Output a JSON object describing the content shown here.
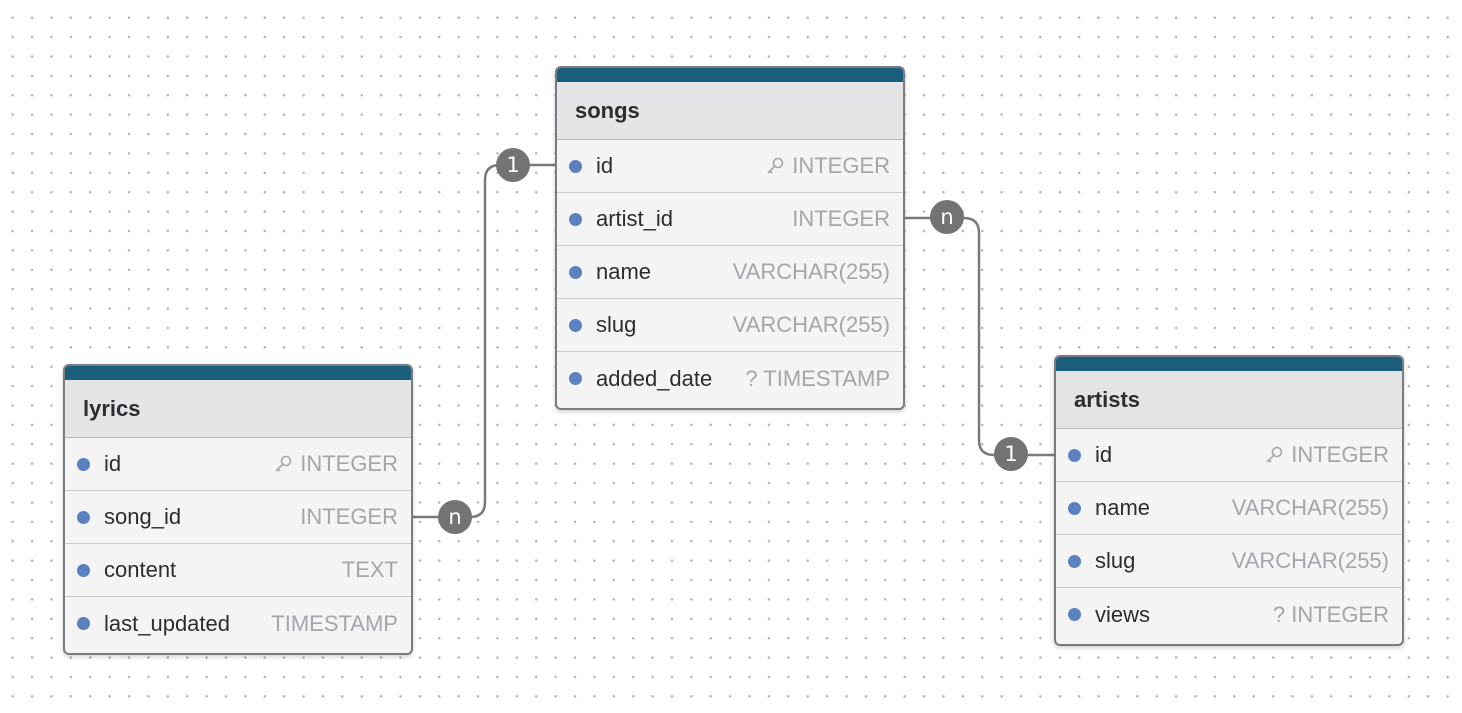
{
  "colors": {
    "table_header_bar": "#1b5e7b",
    "column_dot": "#5b81c0",
    "relation_badge": "#737373",
    "connector_line": "#7a7a7a"
  },
  "tables": {
    "songs": {
      "name": "songs",
      "columns": [
        {
          "name": "id",
          "type": "INTEGER",
          "icon": "key-icon"
        },
        {
          "name": "artist_id",
          "type": "INTEGER"
        },
        {
          "name": "name",
          "type": "VARCHAR(255)"
        },
        {
          "name": "slug",
          "type": "VARCHAR(255)"
        },
        {
          "name": "added_date",
          "type": "? TIMESTAMP"
        }
      ]
    },
    "lyrics": {
      "name": "lyrics",
      "columns": [
        {
          "name": "id",
          "type": "INTEGER",
          "icon": "key-icon"
        },
        {
          "name": "song_id",
          "type": "INTEGER"
        },
        {
          "name": "content",
          "type": "TEXT"
        },
        {
          "name": "last_updated",
          "type": "TIMESTAMP"
        }
      ]
    },
    "artists": {
      "name": "artists",
      "columns": [
        {
          "name": "id",
          "type": "INTEGER",
          "icon": "key-icon"
        },
        {
          "name": "name",
          "type": "VARCHAR(255)"
        },
        {
          "name": "slug",
          "type": "VARCHAR(255)"
        },
        {
          "name": "views",
          "type": "? INTEGER"
        }
      ]
    }
  },
  "relations": [
    {
      "from": "lyrics.song_id",
      "to": "songs.id",
      "from_cardinality": "n",
      "to_cardinality": "1"
    },
    {
      "from": "songs.artist_id",
      "to": "artists.id",
      "from_cardinality": "n",
      "to_cardinality": "1"
    }
  ]
}
